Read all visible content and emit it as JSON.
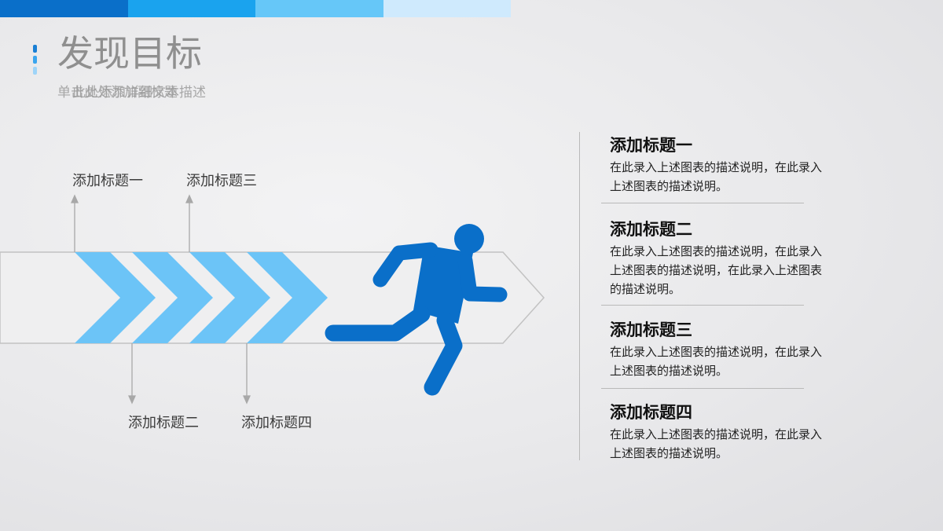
{
  "colors": {
    "accent": "#0a6fc9",
    "light": "#5bbcf5",
    "bar1": "#0a6fc9",
    "bar2": "#1aa3ee",
    "bar3": "#66c7f8",
    "bar4": "#cfeafd"
  },
  "header": {
    "title": "发现目标",
    "subtitle_a": "单击此处添加副标题",
    "subtitle_b": "此处添加详细文本描述"
  },
  "diagram": {
    "labels": [
      "添加标题一",
      "添加标题三",
      "添加标题二",
      "添加标题四"
    ],
    "icon": "running-person-icon"
  },
  "items": [
    {
      "title": "添加标题一",
      "desc": "在此录入上述图表的描述说明，在此录入上述图表的描述说明。"
    },
    {
      "title": "添加标题二",
      "desc": "在此录入上述图表的描述说明，在此录入上述图表的描述说明，在此录入上述图表的描述说明。"
    },
    {
      "title": "添加标题三",
      "desc": "在此录入上述图表的描述说明，在此录入上述图表的描述说明。"
    },
    {
      "title": "添加标题四",
      "desc": "在此录入上述图表的描述说明，在此录入上述图表的描述说明。"
    }
  ]
}
